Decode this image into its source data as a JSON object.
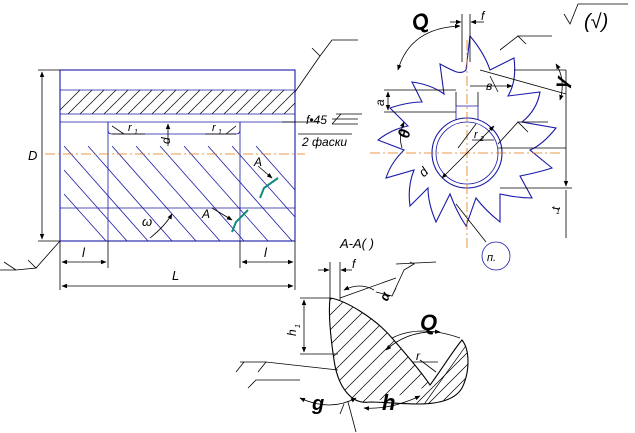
{
  "labels": {
    "D": "D",
    "d1": "d",
    "r1a": "r",
    "r1a_sub": "1",
    "r1b": "r",
    "r1b_sub": "1",
    "chamfer": "f•45",
    "chamfer_note": "2 фаски",
    "A_top": "A",
    "A_bottom": "A",
    "omega": "ω",
    "l_left": "l",
    "l_right": "l",
    "L": "L",
    "Q_top": "Q",
    "f_top": "f",
    "roughness": "(√)",
    "a_left": "a",
    "b": "в",
    "gamma_top": "γ",
    "theta": "θ",
    "r2": "r",
    "r2_sub": "2",
    "d": "d",
    "t1": "t",
    "t1_sub": "1",
    "p": "п.",
    "section": "А-А(   )",
    "f_section": "f",
    "alpha": "α",
    "h1": "h",
    "h1_sub": "1",
    "Q_section": "Q",
    "r_section": "r",
    "g_section": "g",
    "h_section": "h"
  }
}
